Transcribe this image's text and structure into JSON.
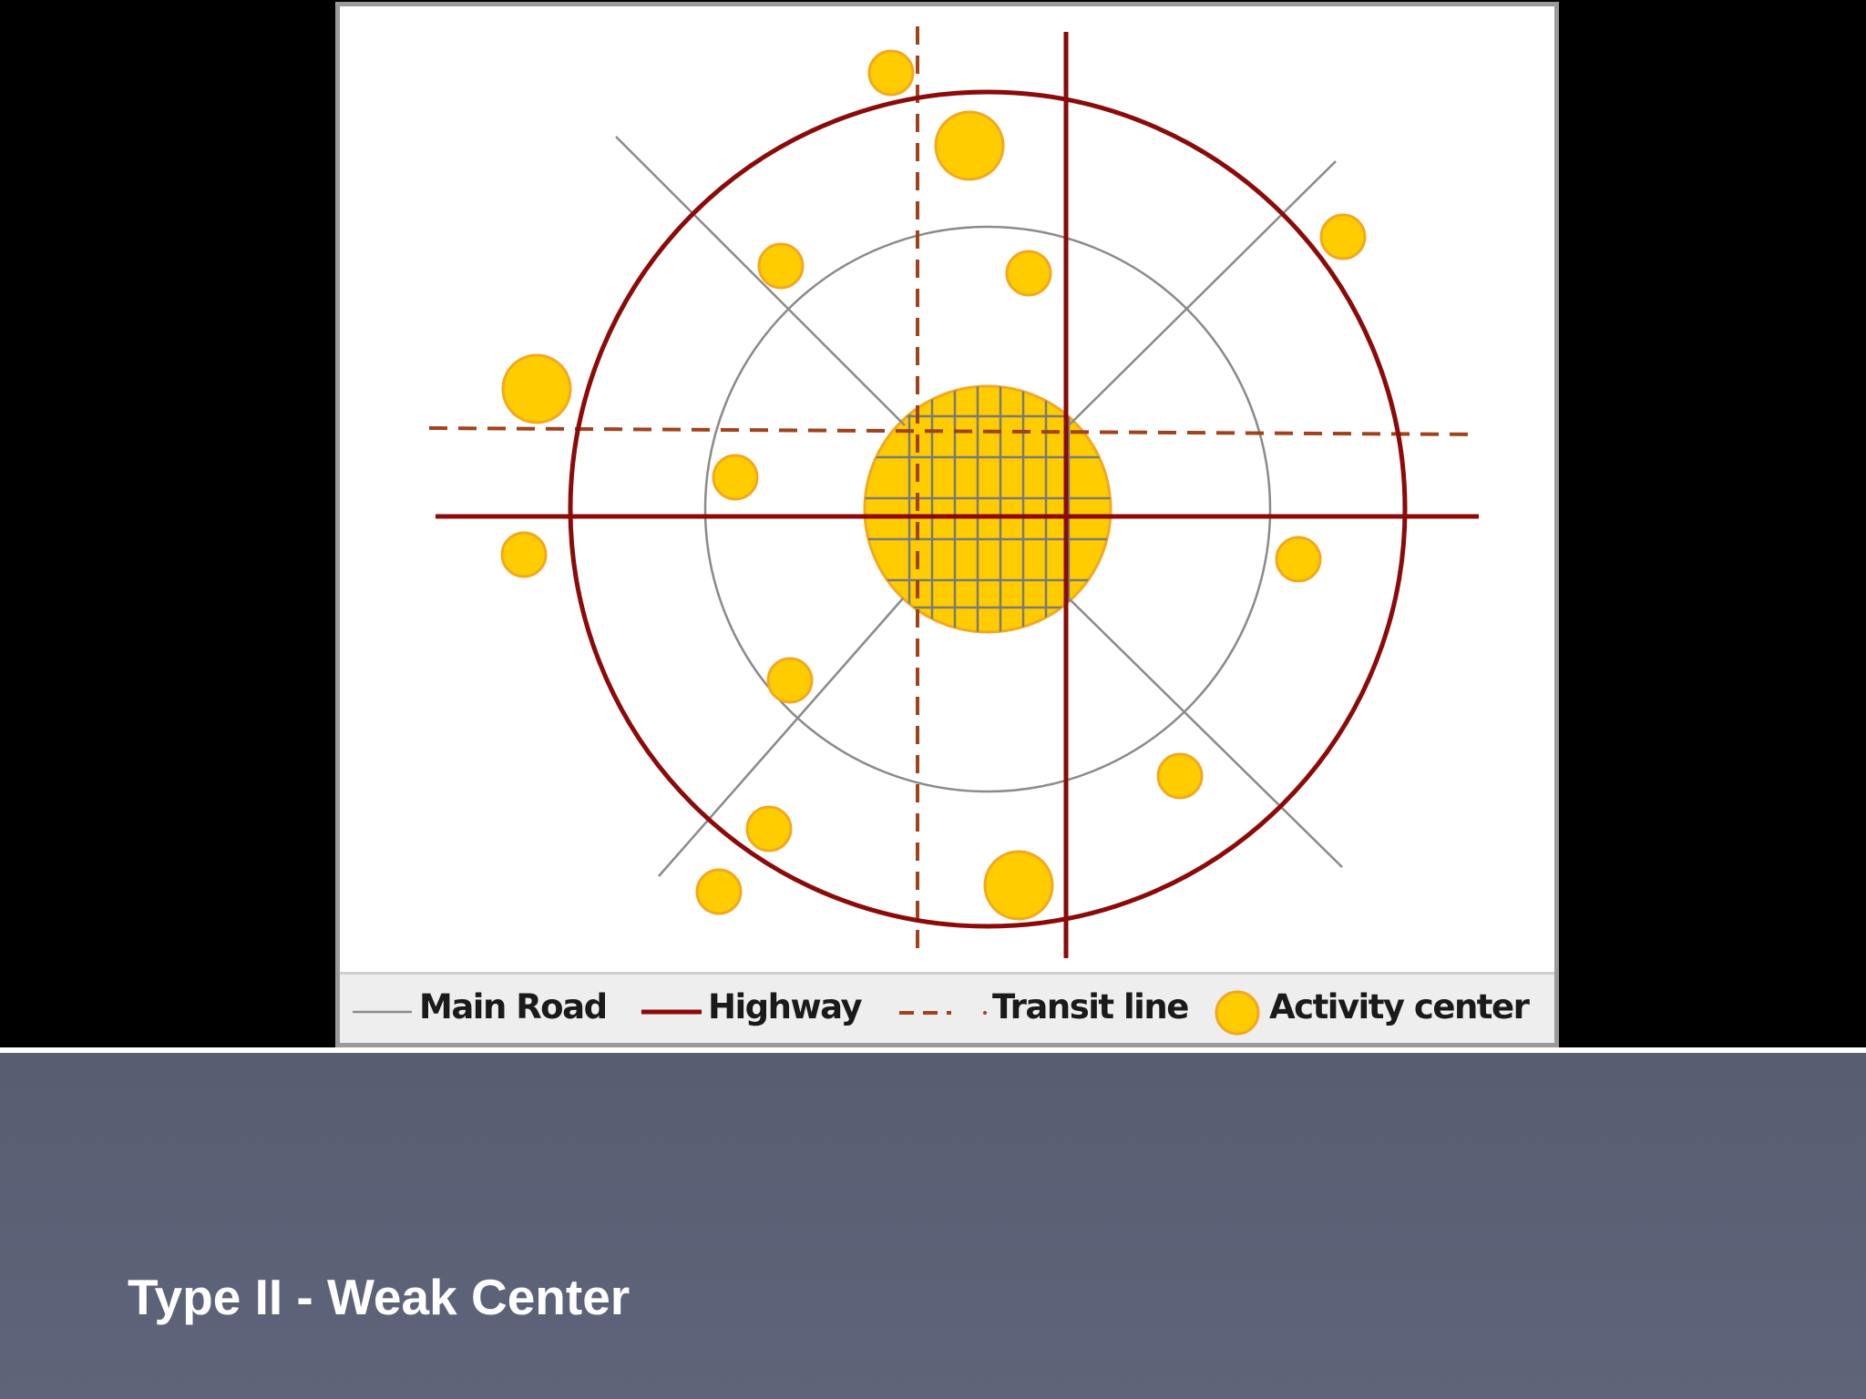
{
  "colors": {
    "background": "#000000",
    "main_road": "#8a8a8a",
    "highway": "#8b0a0a",
    "transit_line": "#a0421c",
    "activity_center_fill": "#ffcc00",
    "activity_center_outline": "#f2a81f",
    "caption_background": "#5b6075",
    "title_text": "#ffffff"
  },
  "legend": {
    "main_road_label": "Main Road",
    "highway_label": "Highway",
    "transit_line_label": "Transit line",
    "activity_center_label": "Activity center"
  },
  "icons": {
    "activity_center": "yellow-circle",
    "main_road": "thin-gray-line",
    "highway": "thick-red-line",
    "transit_line": "dashed-line"
  },
  "slide": {
    "title": "Type II - Weak Center"
  }
}
